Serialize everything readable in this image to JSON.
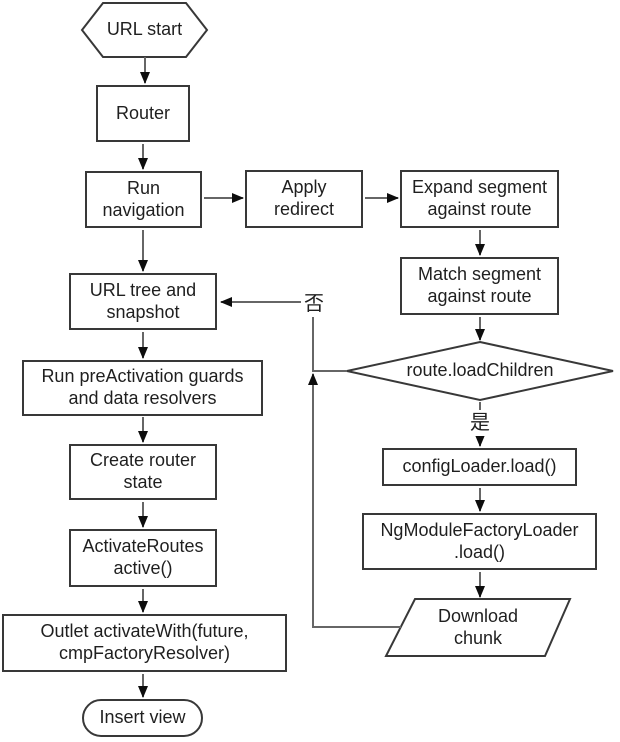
{
  "diagram": {
    "type": "flowchart",
    "nodes": {
      "url_start": "URL start",
      "router": "Router",
      "run_navigation": [
        "Run",
        "navigation"
      ],
      "apply_redirect": [
        "Apply",
        "redirect"
      ],
      "expand_segment": [
        "Expand segment",
        "against route"
      ],
      "match_segment": [
        "Match segment",
        "against route"
      ],
      "url_tree": [
        "URL tree and",
        "snapshot"
      ],
      "load_children": "route.loadChildren",
      "pre_activation": [
        "Run preActivation guards",
        "and data resolvers"
      ],
      "create_router_state": [
        "Create router",
        "state"
      ],
      "config_loader": "configLoader.load()",
      "ng_module_factory_loader": [
        "NgModuleFactoryLoader",
        ".load()"
      ],
      "activate_routes": [
        "ActivateRoutes",
        "active()"
      ],
      "download_chunk": [
        "Download",
        "chunk"
      ],
      "outlet_activate": [
        "Outlet activateWith(future,",
        "cmpFactoryResolver)"
      ],
      "insert_view": "Insert view"
    },
    "branch_labels": {
      "no": "否",
      "yes": "是"
    },
    "colors": {
      "background": "#ffffff",
      "node_fill": "#ffffff",
      "node_border": "#383838",
      "connector": "#666666",
      "arrowhead": "#0d0d0d",
      "text": "#1f1f1f"
    }
  }
}
